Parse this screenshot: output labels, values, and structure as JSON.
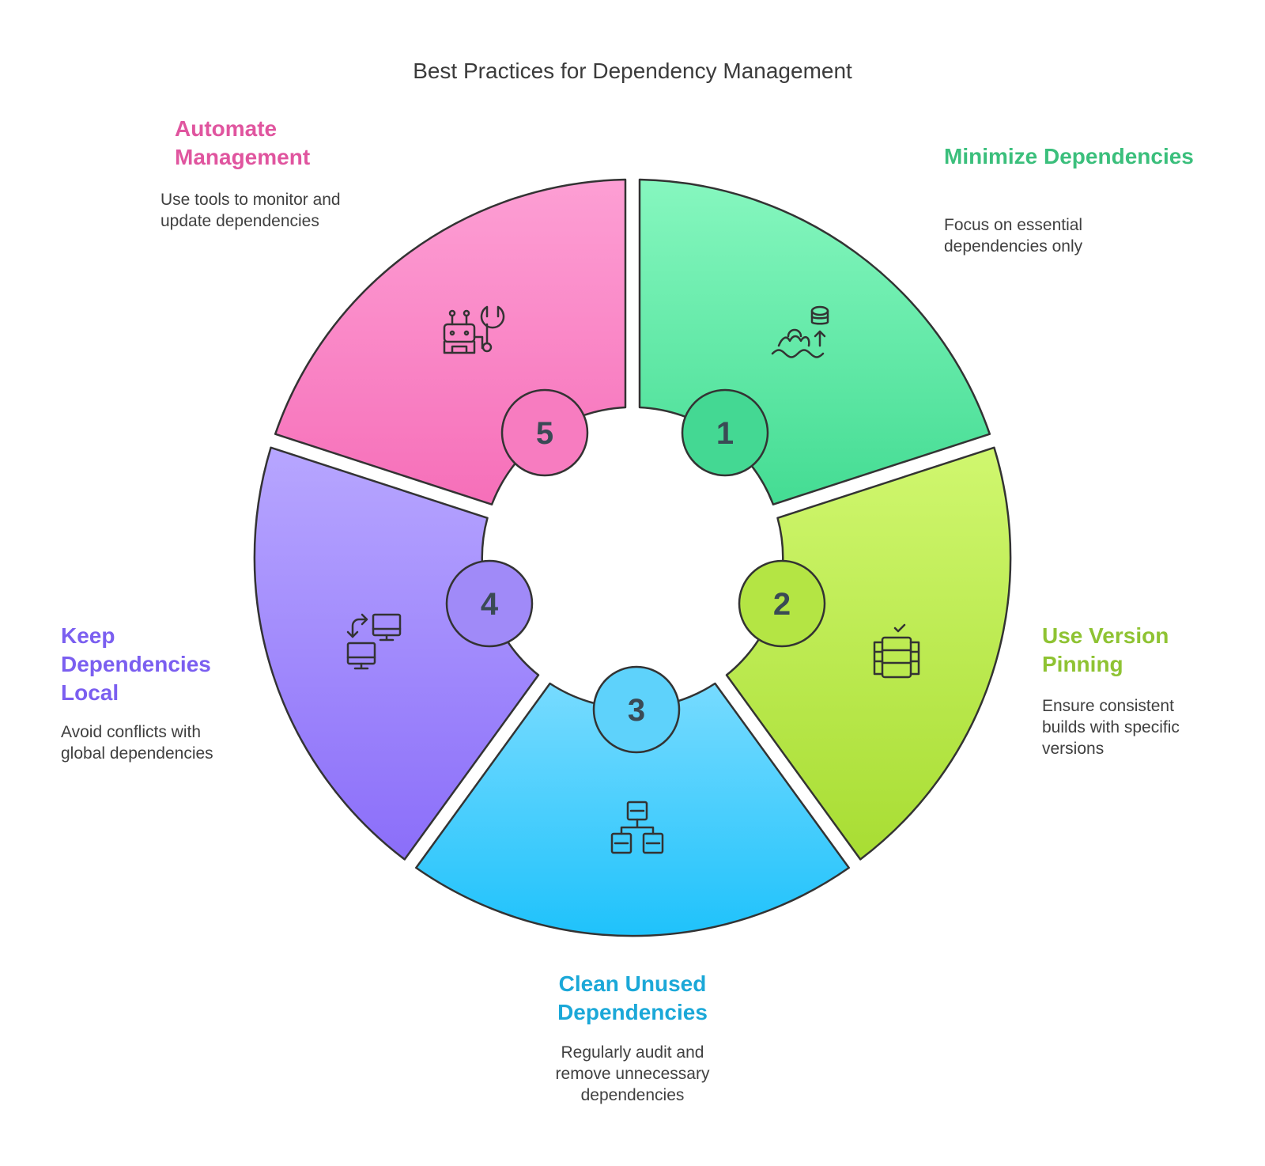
{
  "title": "Best Practices for Dependency Management",
  "steps": [
    {
      "number": "1",
      "title": "Minimize Dependencies",
      "description": "Focus on essential dependencies only",
      "color": "#4cd998",
      "text_color": "#3bbf7c",
      "icon": "gear-database-icon"
    },
    {
      "number": "2",
      "title": "Use Version Pinning",
      "description": "Ensure consistent builds with specific versions",
      "color": "#b8e84a",
      "text_color": "#8fc333",
      "icon": "server-check-icon"
    },
    {
      "number": "3",
      "title": "Clean Unused Dependencies",
      "description": "Regularly audit and remove unnecessary dependencies",
      "color": "#3fcdf7",
      "text_color": "#1ba8d8",
      "icon": "hierarchy-icon"
    },
    {
      "number": "4",
      "title": "Keep Dependencies Local",
      "description": "Avoid conflicts with global dependencies",
      "color": "#9f86f8",
      "text_color": "#7b5ff0",
      "icon": "monitors-sync-icon"
    },
    {
      "number": "5",
      "title": "Automate Management",
      "description": "Use tools to monitor and update dependencies",
      "color": "#f77fc0",
      "text_color": "#e0559f",
      "icon": "robot-wrench-icon"
    }
  ]
}
